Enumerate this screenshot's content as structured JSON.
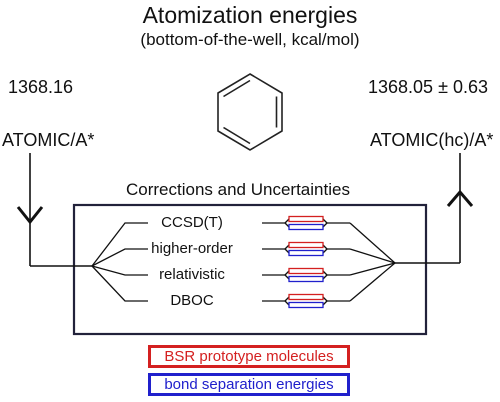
{
  "title": "Atomization energies",
  "subtitle": "(bottom-of-the-well, kcal/mol)",
  "left": {
    "value": "1368.16",
    "method": "ATOMIC/A*"
  },
  "right": {
    "value": "1368.05 ± 0.63",
    "method": "ATOMIC(hc)/A*"
  },
  "box": {
    "title": "Corrections and Uncertainties",
    "corrections": [
      "CCSD(T)",
      "higher-order",
      "relativistic",
      "DBOC"
    ]
  },
  "legend": {
    "red_label": "BSR prototype molecules",
    "blue_label": "bond separation energies",
    "red_color": "#d42020",
    "blue_color": "#2020cc"
  },
  "icons": {
    "molecule": "benzene-ring-icon"
  }
}
